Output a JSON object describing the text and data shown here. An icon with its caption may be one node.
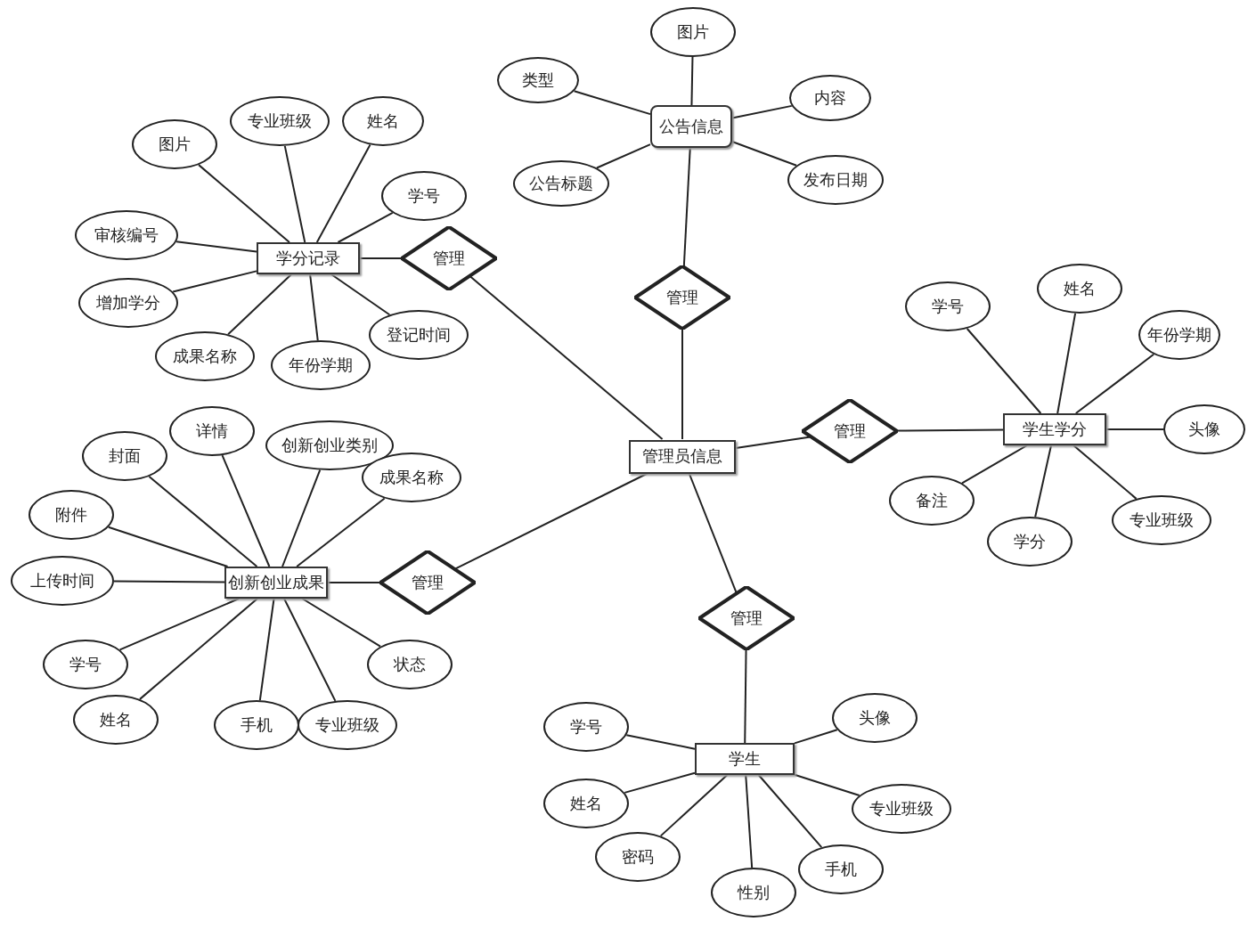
{
  "diagram": {
    "nodes": [
      {
        "text": [
          "管理员信息"
        ]
      },
      {
        "text": [
          "公告信息"
        ]
      },
      {
        "text": [
          "图片"
        ]
      },
      {
        "text": [
          "类型"
        ]
      },
      {
        "text": [
          "内容"
        ]
      },
      {
        "text": [
          "公告标题"
        ]
      },
      {
        "text": [
          "发布日期"
        ]
      },
      {
        "text": [
          "管理"
        ]
      },
      {
        "text": [
          "学分记录"
        ]
      },
      {
        "text": [
          "图片"
        ]
      },
      {
        "text": [
          "专业班级"
        ]
      },
      {
        "text": [
          "姓名"
        ]
      },
      {
        "text": [
          "学号"
        ]
      },
      {
        "text": [
          "审核编号"
        ]
      },
      {
        "text": [
          "增加学分"
        ]
      },
      {
        "text": [
          "成果名称"
        ]
      },
      {
        "text": [
          "年份学期"
        ]
      },
      {
        "text": [
          "登记时间"
        ]
      },
      {
        "text": [
          "管理"
        ]
      },
      {
        "text": [
          "学生学分"
        ]
      },
      {
        "text": [
          "学号"
        ]
      },
      {
        "text": [
          "姓名"
        ]
      },
      {
        "text": [
          "年份学期"
        ]
      },
      {
        "text": [
          "头像"
        ]
      },
      {
        "text": [
          "备注"
        ]
      },
      {
        "text": [
          "学分"
        ]
      },
      {
        "text": [
          "专业班级"
        ]
      },
      {
        "text": [
          "管理"
        ]
      },
      {
        "text": [
          "创新创业成果"
        ]
      },
      {
        "text": [
          "封面"
        ]
      },
      {
        "text": [
          "详情"
        ]
      },
      {
        "text": [
          "创新创业类别"
        ]
      },
      {
        "text": [
          "成果名称"
        ]
      },
      {
        "text": [
          "附件"
        ]
      },
      {
        "text": [
          "上传时间"
        ]
      },
      {
        "text": [
          "学号"
        ]
      },
      {
        "text": [
          "姓名"
        ]
      },
      {
        "text": [
          "手机"
        ]
      },
      {
        "text": [
          "专业班级"
        ]
      },
      {
        "text": [
          "状态"
        ]
      },
      {
        "text": [
          "管理"
        ]
      },
      {
        "text": [
          "学生"
        ]
      },
      {
        "text": [
          "管理"
        ]
      },
      {
        "text": [
          "学号"
        ]
      },
      {
        "text": [
          "姓名"
        ]
      },
      {
        "text": [
          "头像"
        ]
      },
      {
        "text": [
          "专业班级"
        ]
      },
      {
        "text": [
          "密码"
        ]
      },
      {
        "text": [
          "性别"
        ]
      },
      {
        "text": [
          "手机"
        ]
      }
    ],
    "edges": [
      {
        "from": 1,
        "to": 2,
        "arrow": "none"
      },
      {
        "from": 1,
        "to": 3,
        "arrow": "none"
      },
      {
        "from": 1,
        "to": 4,
        "arrow": "none"
      },
      {
        "from": 1,
        "to": 5,
        "arrow": "none"
      },
      {
        "from": 1,
        "to": 6,
        "arrow": "none"
      },
      {
        "from": 7,
        "to": 1,
        "arrow": "none"
      },
      {
        "from": 0,
        "to": 7,
        "arrow": "none"
      },
      {
        "from": 8,
        "to": 9,
        "arrow": "none"
      },
      {
        "from": 8,
        "to": 10,
        "arrow": "none"
      },
      {
        "from": 8,
        "to": 11,
        "arrow": "none"
      },
      {
        "from": 8,
        "to": 12,
        "arrow": "none"
      },
      {
        "from": 8,
        "to": 13,
        "arrow": "none"
      },
      {
        "from": 8,
        "to": 14,
        "arrow": "none"
      },
      {
        "from": 8,
        "to": 15,
        "arrow": "none"
      },
      {
        "from": 8,
        "to": 16,
        "arrow": "none"
      },
      {
        "from": 8,
        "to": 17,
        "arrow": "none"
      },
      {
        "from": 8,
        "to": 18,
        "arrow": "none"
      },
      {
        "from": 18,
        "to": 0,
        "arrow": "none"
      },
      {
        "from": 19,
        "to": 20,
        "arrow": "none"
      },
      {
        "from": 19,
        "to": 21,
        "arrow": "none"
      },
      {
        "from": 19,
        "to": 22,
        "arrow": "none"
      },
      {
        "from": 19,
        "to": 23,
        "arrow": "none"
      },
      {
        "from": 19,
        "to": 24,
        "arrow": "none"
      },
      {
        "from": 19,
        "to": 25,
        "arrow": "none"
      },
      {
        "from": 19,
        "to": 26,
        "arrow": "none"
      },
      {
        "from": 0,
        "to": 27,
        "arrow": "none"
      },
      {
        "from": 27,
        "to": 19,
        "arrow": "none"
      },
      {
        "from": 28,
        "to": 29,
        "arrow": "none"
      },
      {
        "from": 28,
        "to": 30,
        "arrow": "none"
      },
      {
        "from": 28,
        "to": 31,
        "arrow": "none"
      },
      {
        "from": 28,
        "to": 32,
        "arrow": "none"
      },
      {
        "from": 28,
        "to": 33,
        "arrow": "none"
      },
      {
        "from": 28,
        "to": 34,
        "arrow": "none"
      },
      {
        "from": 28,
        "to": 35,
        "arrow": "none"
      },
      {
        "from": 28,
        "to": 36,
        "arrow": "none"
      },
      {
        "from": 28,
        "to": 37,
        "arrow": "none"
      },
      {
        "from": 28,
        "to": 38,
        "arrow": "none"
      },
      {
        "from": 28,
        "to": 39,
        "arrow": "none"
      },
      {
        "from": 28,
        "to": 40,
        "arrow": "none"
      },
      {
        "from": 40,
        "to": 0,
        "arrow": "none"
      },
      {
        "from": 0,
        "to": 42,
        "arrow": "none"
      },
      {
        "from": 42,
        "to": 41,
        "arrow": "none"
      },
      {
        "from": 41,
        "to": 43,
        "arrow": "none"
      },
      {
        "from": 41,
        "to": 44,
        "arrow": "none"
      },
      {
        "from": 41,
        "to": 45,
        "arrow": "none"
      },
      {
        "from": 41,
        "to": 46,
        "arrow": "none"
      },
      {
        "from": 41,
        "to": 47,
        "arrow": "none"
      },
      {
        "from": 41,
        "to": 48,
        "arrow": "none"
      },
      {
        "from": 41,
        "to": 49,
        "arrow": "none"
      }
    ]
  }
}
